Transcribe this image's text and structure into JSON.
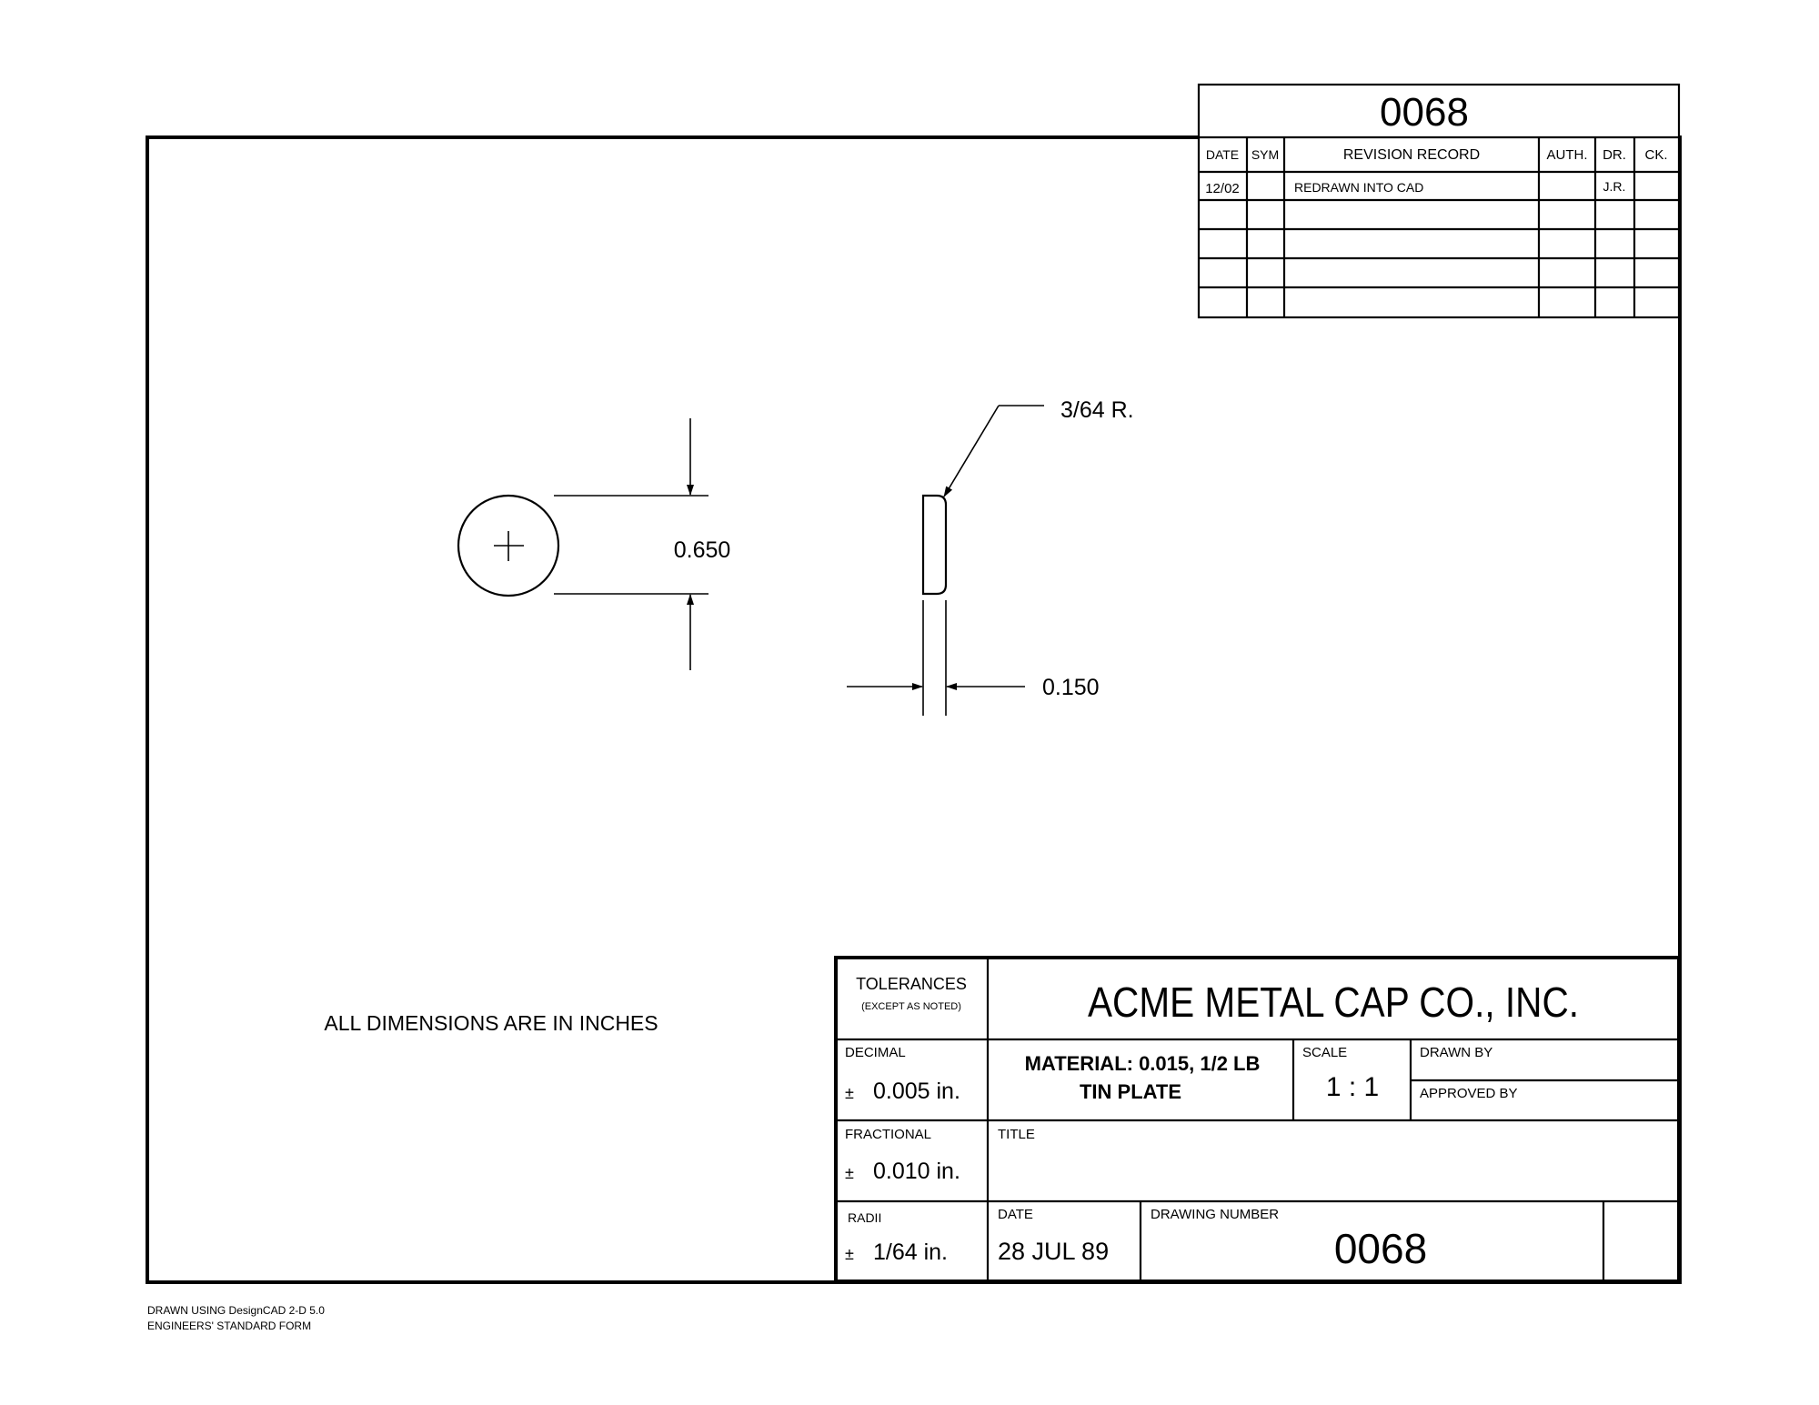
{
  "drawing_number_top": "0068",
  "revision": {
    "headers": {
      "date": "DATE",
      "sym": "SYM",
      "record": "REVISION RECORD",
      "auth": "AUTH.",
      "dr": "DR.",
      "ck": "CK."
    },
    "rows": [
      {
        "date": "12/02",
        "sym": "",
        "record": "REDRAWN INTO CAD",
        "auth": "",
        "dr": "J.R.",
        "ck": ""
      },
      {
        "date": "",
        "sym": "",
        "record": "",
        "auth": "",
        "dr": "",
        "ck": ""
      },
      {
        "date": "",
        "sym": "",
        "record": "",
        "auth": "",
        "dr": "",
        "ck": ""
      },
      {
        "date": "",
        "sym": "",
        "record": "",
        "auth": "",
        "dr": "",
        "ck": ""
      },
      {
        "date": "",
        "sym": "",
        "record": "",
        "auth": "",
        "dr": "",
        "ck": ""
      }
    ]
  },
  "part": {
    "diameter_label": "0.650",
    "thickness_label": "0.150",
    "radius_label": "3/64 R."
  },
  "note": "ALL DIMENSIONS ARE IN INCHES",
  "title_block": {
    "tolerances_label": "TOLERANCES",
    "tolerances_sub": "(EXCEPT AS NOTED)",
    "company": "ACME METAL CAP CO., INC.",
    "decimal_label": "DECIMAL",
    "decimal_value": "0.005 in.",
    "fractional_label": "FRACTIONAL",
    "fractional_value": "0.010 in.",
    "radii_label": "RADII",
    "radii_value": "1/64 in.",
    "plus_minus": "±",
    "material_line1": "MATERIAL:  0.015, 1/2 LB",
    "material_line2": "TIN PLATE",
    "scale_label": "SCALE",
    "scale_value": "1 : 1",
    "drawn_by_label": "DRAWN BY",
    "approved_by_label": "APPROVED BY",
    "title_label": "TITLE",
    "date_label": "DATE",
    "date_value": "28 JUL 89",
    "drawing_number_label": "DRAWING NUMBER",
    "drawing_number_value": "0068"
  },
  "footer": {
    "line1": "DRAWN USING DesignCAD 2-D 5.0",
    "line2": "ENGINEERS' STANDARD FORM"
  }
}
